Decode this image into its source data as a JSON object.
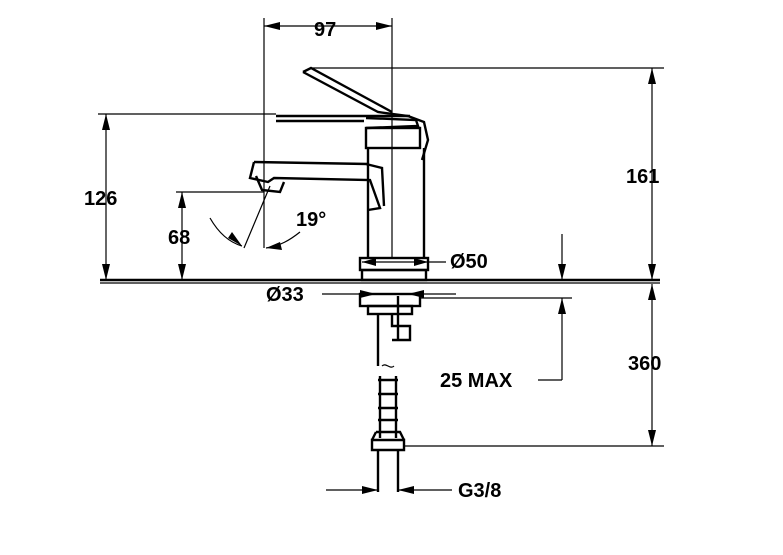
{
  "dimensions": {
    "width_top": "97",
    "height_total": "161",
    "height_spout": "126",
    "height_outlet": "68",
    "angle": "19°",
    "diameter_base": "Ø50",
    "diameter_hole": "Ø33",
    "max_thickness": "25 MAX",
    "hose_length": "360",
    "thread": "G3/8"
  }
}
